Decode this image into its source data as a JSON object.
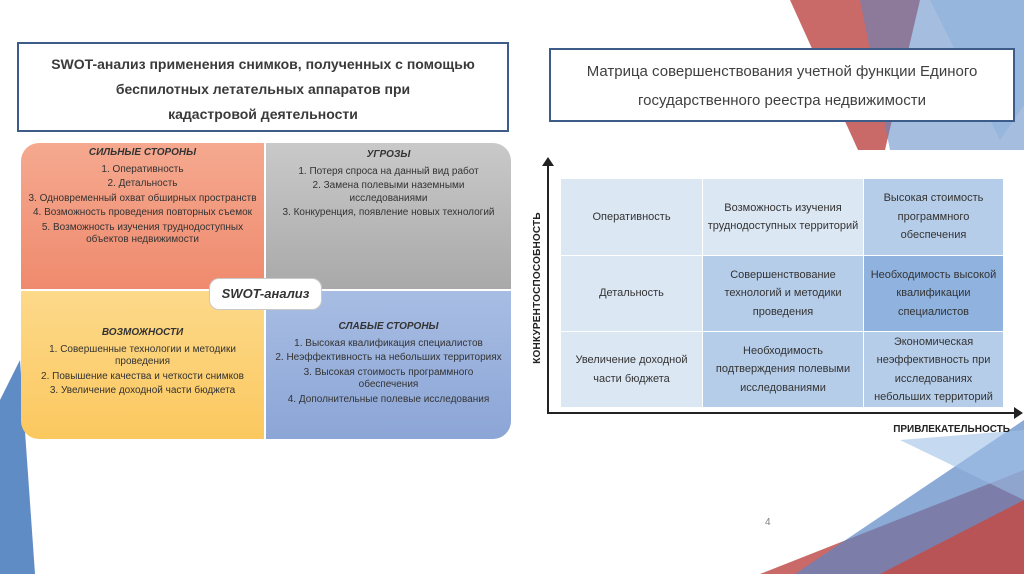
{
  "swot_title": [
    "SWOT-анализ применения снимков, полученных с помощью",
    "беспилотных летательных аппаратов при",
    "кадастровой деятельности"
  ],
  "matrix_title": [
    "Матрица совершенствования учетной функции Единого",
    "государственного реестра недвижимости"
  ],
  "swot": {
    "center": "SWOT-анализ",
    "strengths": {
      "heading": "СИЛЬНЫЕ СТОРОНЫ",
      "items": [
        "1. Оперативность",
        "2. Детальность",
        "3. Одновременный охват обширных пространств",
        "4. Возможность проведения повторных съемок",
        "5. Возможность изучения труднодоступных объектов недвижимости"
      ]
    },
    "threats": {
      "heading": "УГРОЗЫ",
      "items": [
        "1. Потеря спроса на данный вид работ",
        "2. Замена полевыми наземными исследованиями",
        "3. Конкуренция, появление новых технологий"
      ]
    },
    "opportunities": {
      "heading": "ВОЗМОЖНОСТИ",
      "items": [
        "1. Совершенные технологии и методики проведения",
        "2. Повышение качества и четкости снимков",
        "3. Увеличение доходной части бюджета"
      ]
    },
    "weaknesses": {
      "heading": "СЛАБЫЕ СТОРОНЫ",
      "items": [
        "1. Высокая квалификация специалистов",
        "2. Неэффективность на небольших территориях",
        "3. Высокая стоимость программного обеспечения",
        "4. Дополнительные полевые исследования"
      ]
    }
  },
  "matrix": {
    "y_axis": "КОНКУРЕНТОСПОСОБНОСТЬ",
    "x_axis": "ПРИВЛЕКАТЕЛЬНОСТЬ",
    "rows": [
      [
        "Оперативность",
        "Возможность изучения труднодоступных территорий",
        "Высокая стоимость программного обеспечения"
      ],
      [
        "Детальность",
        "Совершенствование технологий и методики проведения",
        "Необходимость высокой квалификации специалистов"
      ],
      [
        "Увеличение доходной части бюджета",
        "Необходимость подтверждения полевыми исследованиями",
        "Экономическая неэффективность при исследованиях небольших территорий"
      ]
    ]
  },
  "page_number": "4",
  "colors": {
    "title_border": "#3e5c8a",
    "deco_blue": "#4f7fbf",
    "deco_red": "#c0504d",
    "strengths": "#ef8a6e",
    "threats": "#a9a9a9",
    "opportunities": "#fbc85f",
    "weaknesses": "#8ba5d6"
  }
}
